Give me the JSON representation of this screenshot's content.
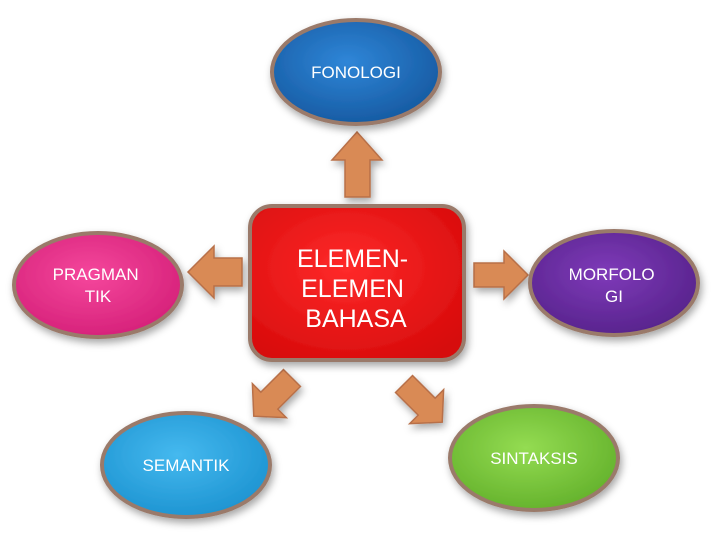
{
  "center": {
    "lines": [
      "ELEMEN-",
      "ELEMEN",
      "BAHASA"
    ],
    "color": "#ee1111"
  },
  "nodes": {
    "fonologi": {
      "lines": [
        "FONOLOGI"
      ],
      "color": "#1a6fc4"
    },
    "morfologi": {
      "lines": [
        "MORFOLO",
        "GI"
      ],
      "color": "#6b2ea6"
    },
    "pragmatik": {
      "lines": [
        "PRAGMAN",
        "TIK"
      ],
      "color": "#ee2f8c"
    },
    "semantik": {
      "lines": [
        "SEMANTIK"
      ],
      "color": "#28a8e6"
    },
    "sintaksis": {
      "lines": [
        "SINTAKSIS"
      ],
      "color": "#7ccc3a"
    }
  },
  "arrow_color": "#d98a55",
  "shape_border_color": "#9a7a6a"
}
